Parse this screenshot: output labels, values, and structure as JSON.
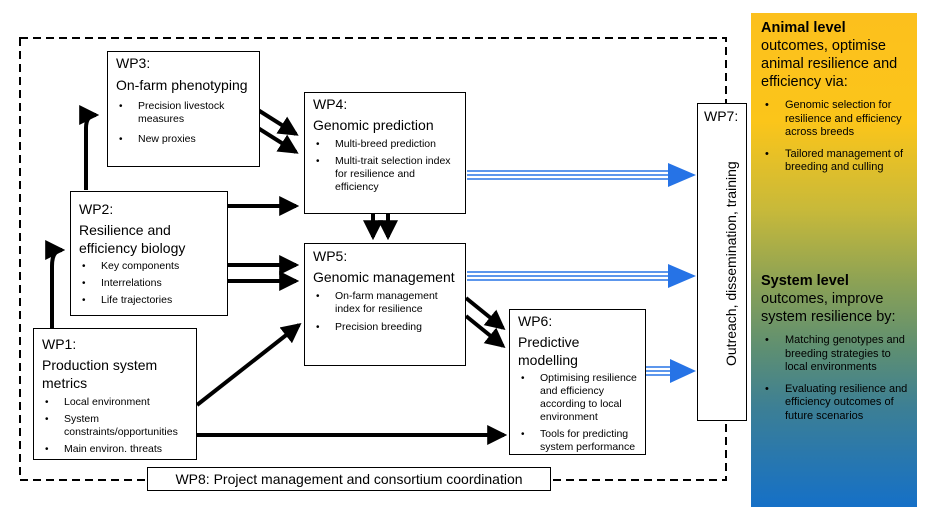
{
  "wp1": {
    "code": "WP1:",
    "title": "Production system metrics",
    "items": [
      "Local environment",
      "System constraints/opportunities",
      "Main environ. threats"
    ]
  },
  "wp2": {
    "code": "WP2:",
    "title": "Resilience and efficiency biology",
    "items": [
      "Key components",
      "Interrelations",
      "Life trajectories"
    ]
  },
  "wp3": {
    "code": "WP3:",
    "title": "On-farm phenotyping",
    "items": [
      "Precision livestock measures",
      "New proxies"
    ]
  },
  "wp4": {
    "code": "WP4:",
    "title": "Genomic prediction",
    "items": [
      "Multi-breed prediction",
      "Multi-trait selection index for resilience and efficiency"
    ]
  },
  "wp5": {
    "code": "WP5:",
    "title": "Genomic management",
    "items": [
      "On-farm management index for resilience",
      "Precision breeding"
    ]
  },
  "wp6": {
    "code": "WP6:",
    "title": "Predictive modelling",
    "items": [
      "Optimising resilience and efficiency according to local environment",
      "Tools for predicting system performance"
    ]
  },
  "wp7": {
    "code": "WP7:",
    "title": "Outreach, dissemination, training"
  },
  "wp8": {
    "label": "WP8: Project management and consortium coordination"
  },
  "side_panel": {
    "animal": {
      "heading_bold": "Animal level",
      "heading_rest": "outcomes, optimise animal resilience and efficiency via:",
      "items": [
        "Genomic selection for resilience and efficiency across breeds",
        "Tailored management of breeding and culling"
      ]
    },
    "system": {
      "heading_bold": "System level",
      "heading_rest": "outcomes, improve system resilience by:",
      "items": [
        "Matching genotypes and breeding strategies to local environments",
        "Evaluating resilience and efficiency outcomes of future scenarios"
      ]
    },
    "colors": {
      "top": "#fcc01d",
      "bottom": "#1570c7"
    }
  },
  "colors": {
    "arrow_black": "#000000",
    "arrow_blue": "#2673e6"
  }
}
